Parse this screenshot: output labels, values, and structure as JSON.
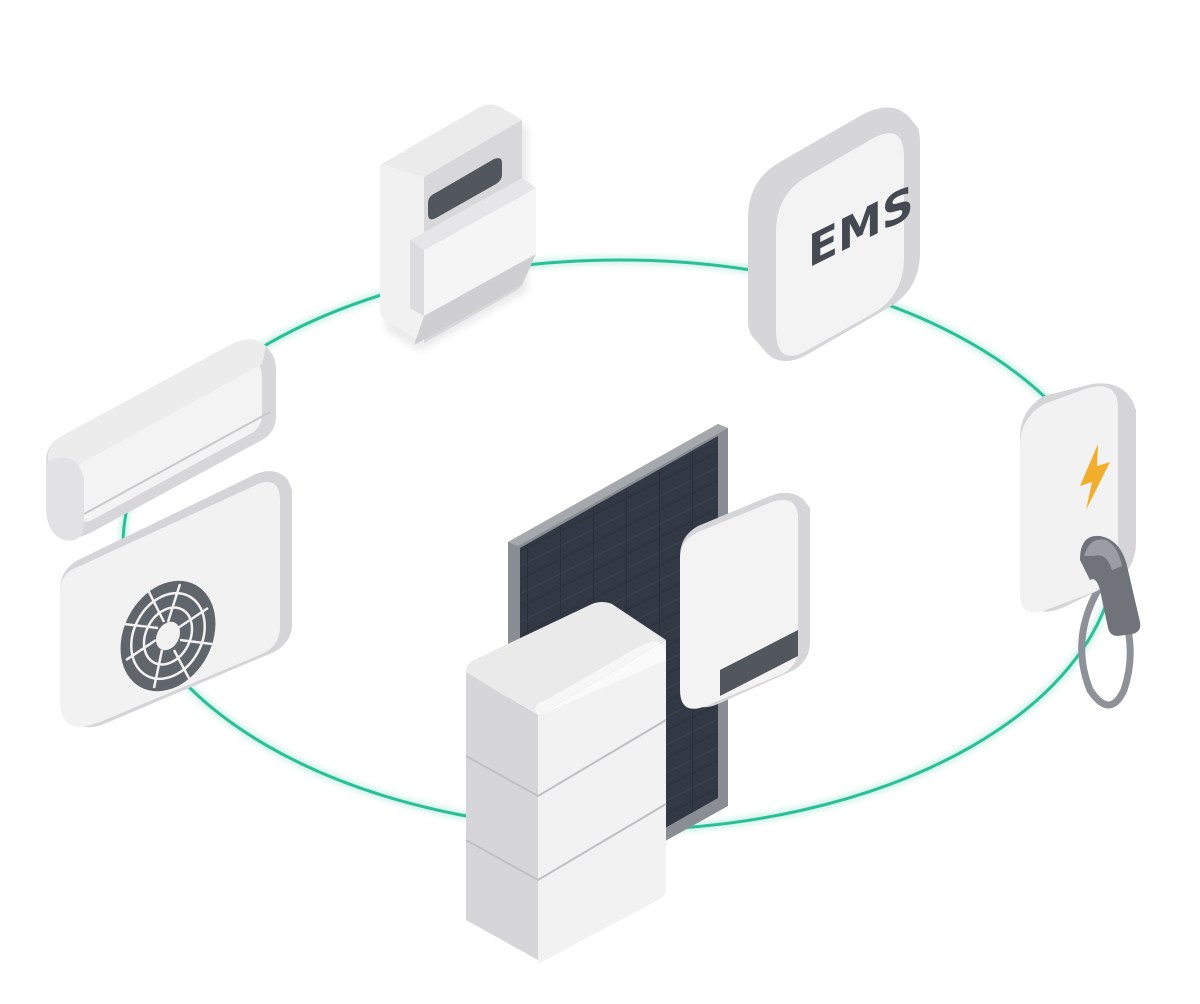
{
  "diagram": {
    "ems": {
      "label": "EMS"
    },
    "colors": {
      "ring": "#2bbf98",
      "ring_glow": "#bfeee1",
      "device_front": "#f2f2f3",
      "device_top": "#e9e9ea",
      "device_side": "#d3d3d6",
      "accent_dark": "#52565d",
      "label_dark": "#454a52",
      "panel_cell": "#2b3038",
      "panel_frame": "#8a8e94",
      "bolt": "#f2ad2c"
    },
    "icons": [
      "energy-meter",
      "ems-controller",
      "ev-charger",
      "air-conditioner",
      "heat-pump",
      "solar-panel",
      "inverter",
      "battery-storage"
    ]
  }
}
